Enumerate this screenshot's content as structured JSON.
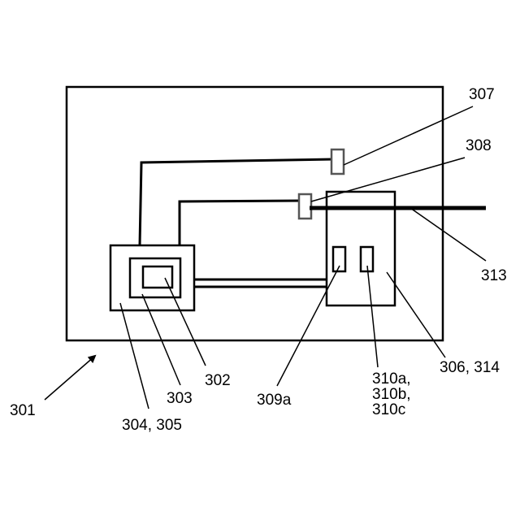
{
  "labels": {
    "l301": "301",
    "l302": "302",
    "l303": "303",
    "l304_305": "304, 305",
    "l306_314": "306, 314",
    "l307": "307",
    "l308": "308",
    "l309a": "309a",
    "l310a": "310a,",
    "l310b": "310b,",
    "l310c": "310c",
    "l313": "313"
  },
  "colors": {
    "stroke": "#000000",
    "connector": "#555555",
    "background": "#ffffff"
  }
}
